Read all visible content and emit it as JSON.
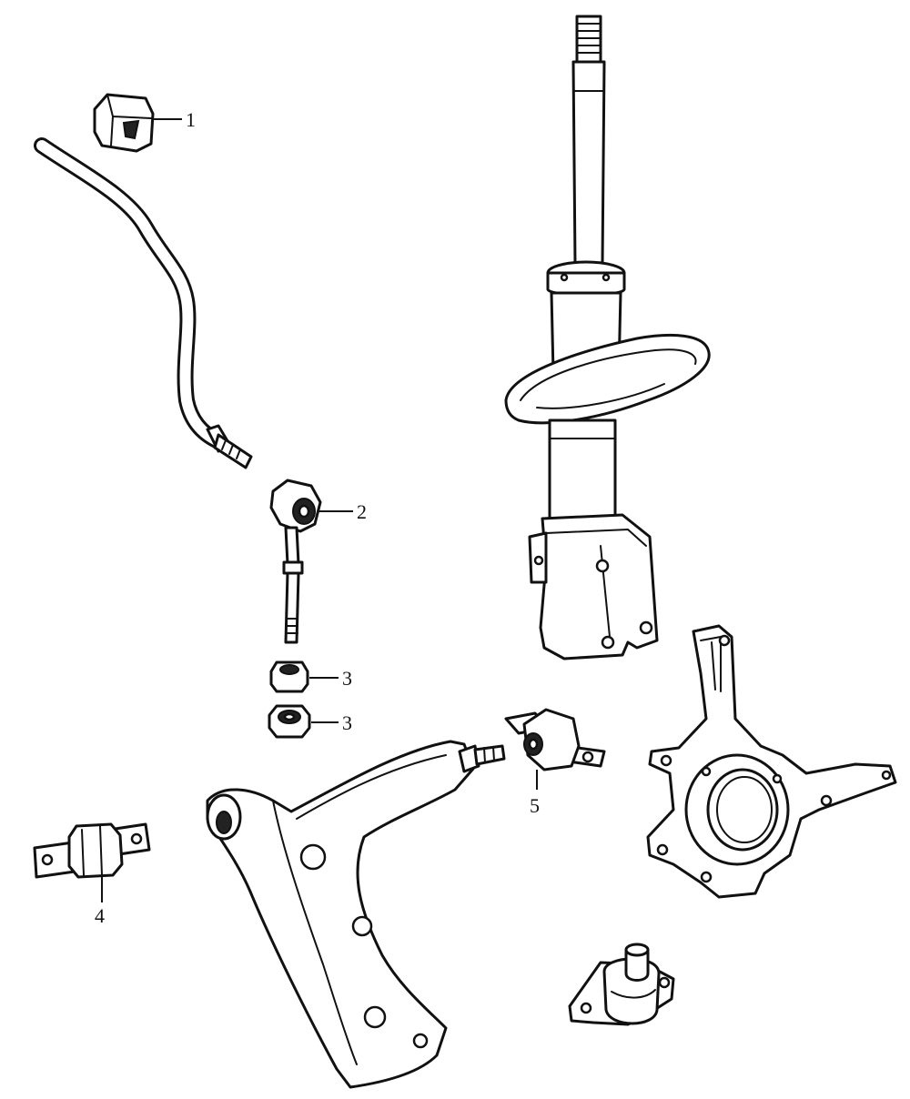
{
  "callouts": {
    "c1": "1",
    "c2": "2",
    "c3a": "3",
    "c3b": "3",
    "c4": "4",
    "c5": "5"
  },
  "colors": {
    "line": "#111111",
    "background": "#ffffff"
  }
}
